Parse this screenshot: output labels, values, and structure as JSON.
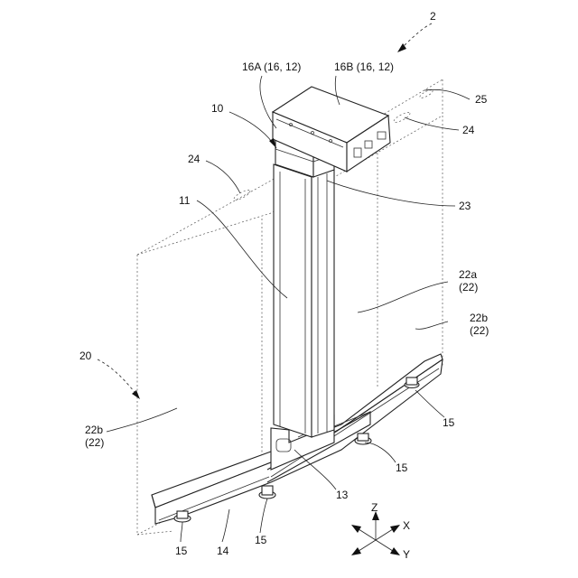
{
  "labels": {
    "fig_ref": "2",
    "actuator_a": "16A (16, 12)",
    "actuator_b": "16B (16, 12)",
    "ref_10": "10",
    "ref_25": "25",
    "ref_24_right": "24",
    "ref_24_left": "24",
    "ref_11": "11",
    "ref_23": "23",
    "ref_22a": "22a",
    "ref_22a_sub": "(22)",
    "ref_22b_right": "22b",
    "ref_22b_right_sub": "(22)",
    "ref_20": "20",
    "ref_22b_left": "22b",
    "ref_22b_left_sub": "(22)",
    "ref_15_right": "15",
    "ref_15_mid": "15",
    "ref_13": "13",
    "ref_14": "14",
    "ref_15_left": "15",
    "ref_15_center": "15"
  },
  "axes": {
    "z": "Z",
    "x": "X",
    "y": "Y"
  }
}
